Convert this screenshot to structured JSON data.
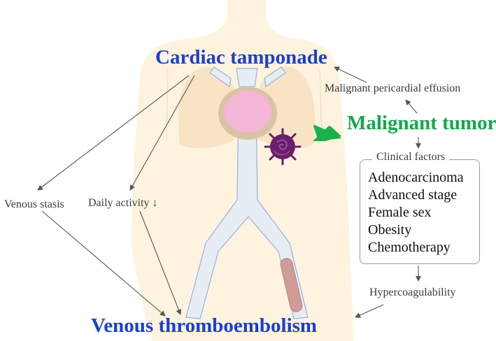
{
  "labels": {
    "cardiac_tamponade": "Cardiac tamponade",
    "malignant_tumor": "Malignant tumor",
    "venous_thromboembolism": "Venous thromboembolism",
    "malignant_pericardial_effusion": "Malignant pericardial effusion",
    "venous_stasis": "Venous stasis",
    "daily_activity": "Daily activity ↓",
    "hypercoagulability": "Hypercoagulability"
  },
  "clinical_factors": {
    "heading": "Clinical factors",
    "items": [
      "Adenocarcinoma",
      "Advanced stage",
      "Female sex",
      "Obesity",
      "Chemotherapy"
    ]
  },
  "colors": {
    "blue_title": "#1a3fd0",
    "green_title": "#13a84a",
    "body": "#fdf3df",
    "lungs": "#f8e4c4",
    "heart": "#f3b6d6",
    "pericardium": "#d9c4a2",
    "vessel": "#e6eef3",
    "thrombus": "#cf9c98",
    "tumor": "#6a1f6a",
    "arrow_green": "#1bb14a"
  }
}
